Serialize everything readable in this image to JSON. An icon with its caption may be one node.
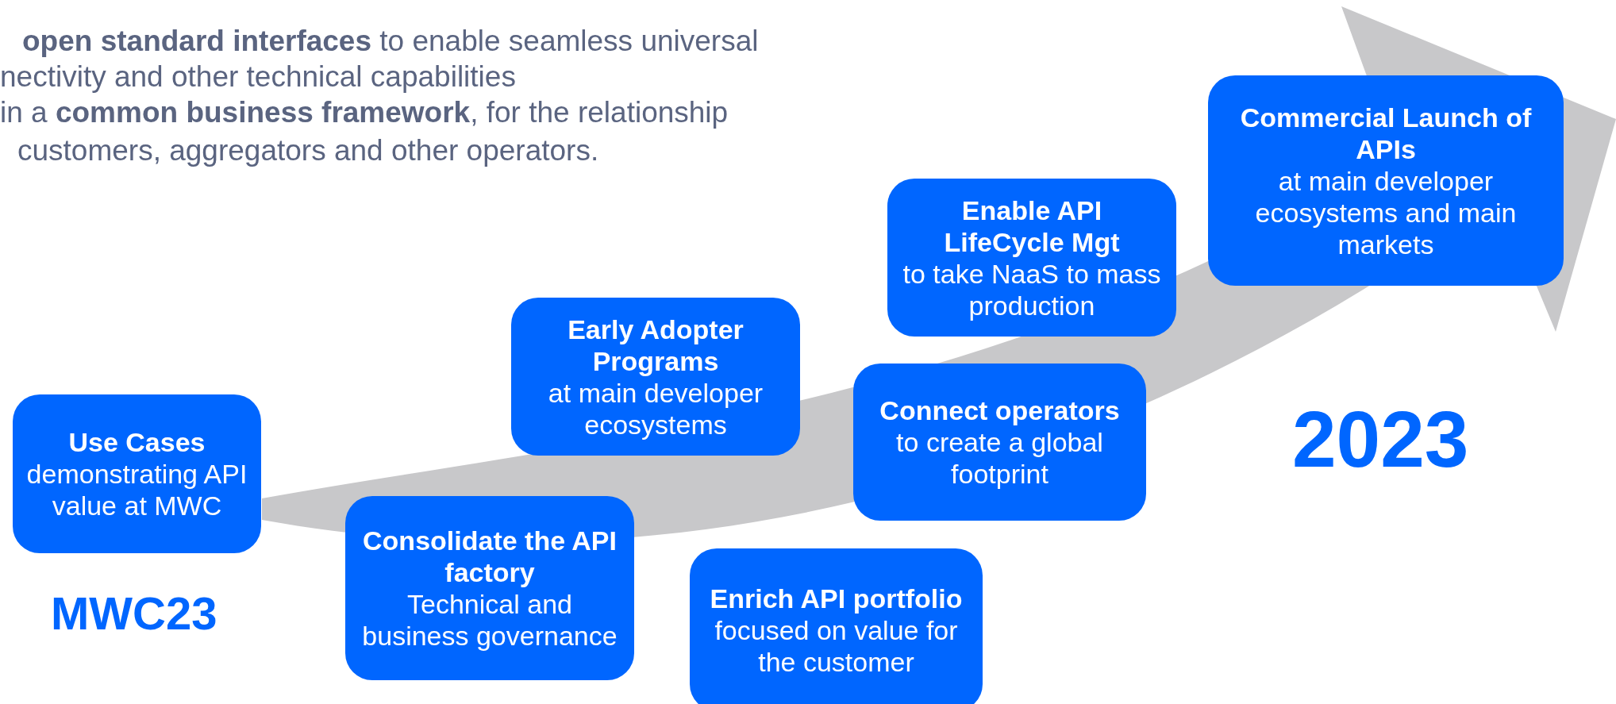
{
  "diagram": {
    "nodes": [
      {
        "text": [
          "Use Cases",
          "demonstrating API value at MWC"
        ]
      },
      {
        "text": [
          "Consolidate the API factory",
          "Technical and business governance"
        ]
      },
      {
        "text": [
          "Early Adopter Programs",
          "at main developer ecosystems"
        ]
      },
      {
        "text": [
          "Enrich API portfolio",
          "focused on value for the customer"
        ]
      },
      {
        "text": [
          "Connect operators",
          "to create a global footprint"
        ]
      },
      {
        "text": [
          "Enable API LifeCycle Mgt",
          "to take NaaS to mass production"
        ]
      },
      {
        "text": [
          "Commercial Launch of APIs",
          "at main developer ecosystems and main markets"
        ]
      }
    ],
    "edges": [],
    "labels": [
      "**open standard interfaces** to enable seamless universal",
      "nectivity and other technical capabilities",
      "in a **common business framework**, for the relationship",
      "customers, aggregators and other operators.",
      "MWC23",
      "2023"
    ]
  }
}
